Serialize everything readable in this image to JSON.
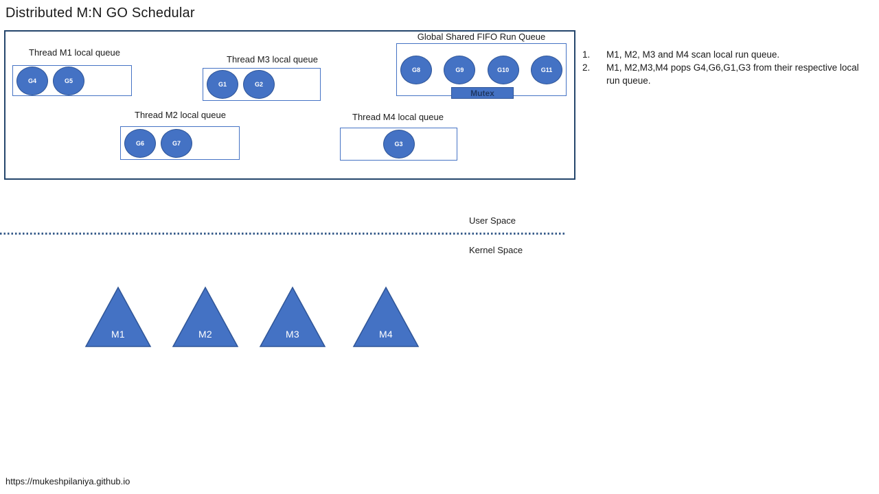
{
  "title": "Distributed M:N GO Schedular",
  "colors": {
    "shape_fill": "#4472C4",
    "shape_border": "#2F5597",
    "outer_border": "#24456B",
    "queue_border": "#4472C4",
    "mutex_text": "#1F3864",
    "divider": "#3A5E8C",
    "text_primary": "#1a1a1a"
  },
  "global_queue": {
    "label": "Global Shared FIFO Run Queue",
    "items": [
      "G8",
      "G9",
      "G10",
      "G11"
    ],
    "mutex_label": "Mutex"
  },
  "queues": [
    {
      "label": "Thread M1 local queue",
      "items": [
        "G4",
        "G5"
      ]
    },
    {
      "label": "Thread M3 local queue",
      "items": [
        "G1",
        "G2"
      ]
    },
    {
      "label": "Thread M2 local queue",
      "items": [
        "G6",
        "G7"
      ]
    },
    {
      "label": "Thread M4 local queue",
      "items": [
        "G3"
      ]
    }
  ],
  "notes": [
    {
      "number": "1.",
      "text": "M1, M2, M3 and M4 scan local run queue."
    },
    {
      "number": "2.",
      "text": "M1, M2,M3,M4 pops G4,G6,G1,G3 from their respective local run queue."
    }
  ],
  "spaces": {
    "user": "User Space",
    "kernel": "Kernel Space"
  },
  "threads": [
    "M1",
    "M2",
    "M3",
    "M4"
  ],
  "footer_url": "https://mukeshpilaniya.github.io"
}
